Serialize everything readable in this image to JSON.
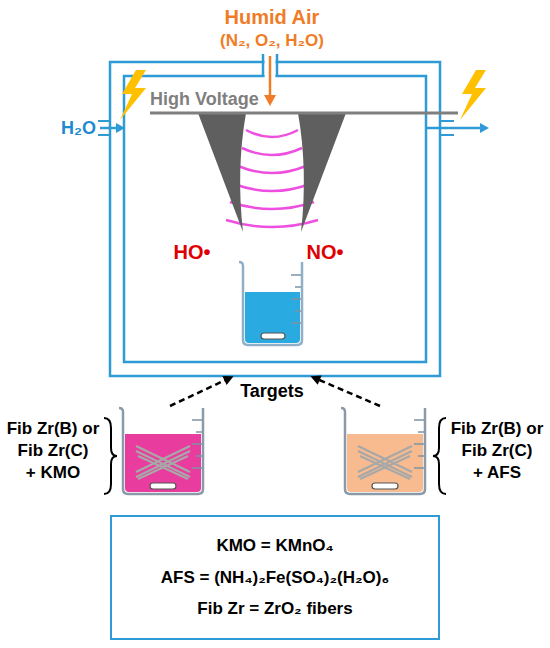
{
  "diagram": {
    "nodes": [
      {
        "text": [
          "HO•",
          "NO•"
        ]
      },
      {
        "text": [
          "Fib Zr(B) or Fib Zr(C) + KMO"
        ]
      },
      {
        "text": [
          "Fib Zr(B) or Fib Zr(C) + AFS"
        ]
      },
      {
        "text": [
          "KMO = KMnO₄",
          "AFS = (NH₄)₂Fe(SO₄)₂(H₂O)₆",
          "Fib Zr = ZrO₂ fibers"
        ]
      }
    ],
    "edges": [
      {
        "from": 1,
        "to": 0,
        "arrow": "to"
      },
      {
        "from": 2,
        "to": 0,
        "arrow": "to"
      }
    ],
    "labels": [
      "Humid Air",
      "(N₂, O₂, H₂O)",
      "High Voltage",
      "H₂O",
      "Targets"
    ]
  }
}
